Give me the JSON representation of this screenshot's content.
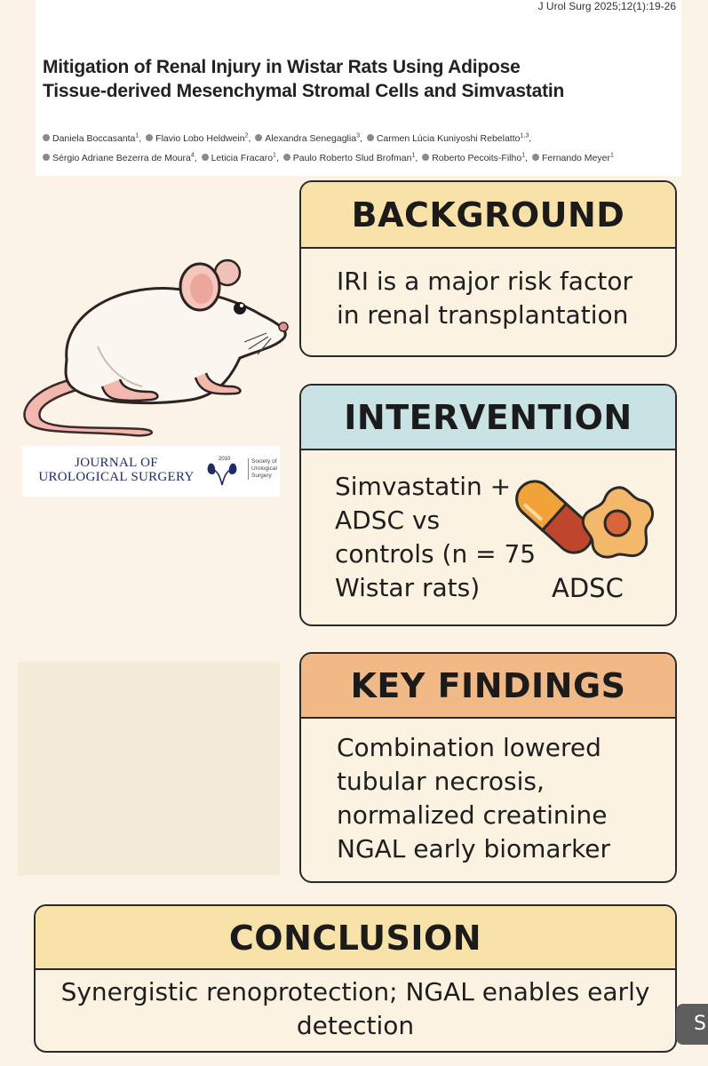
{
  "header": {
    "citation": "J Urol Surg 2025;12(1):19-26",
    "title": "Mitigation of Renal Injury in Wistar Rats Using Adipose\nTissue-derived Mesenchymal Stromal Cells and Simvastatin",
    "authors": [
      {
        "name": "Daniela Boccasanta",
        "sup": "1"
      },
      {
        "name": "Flavio Lobo Heldwein",
        "sup": "2"
      },
      {
        "name": "Alexandra Senegaglia",
        "sup": "3"
      },
      {
        "name": "Carmen Lúcia Kuniyoshi Rebelatto",
        "sup": "1,3"
      },
      {
        "name": "Sérgio Adriane Bezerra de Moura",
        "sup": "4"
      },
      {
        "name": "Leticia Fracaro",
        "sup": "1"
      },
      {
        "name": "Paulo Roberto Slud Brofman",
        "sup": "1"
      },
      {
        "name": "Roberto Pecoits-Filho",
        "sup": "1"
      },
      {
        "name": "Fernando Meyer",
        "sup": "1"
      }
    ]
  },
  "logo": {
    "journal_name": "JOURNAL OF\nUROLOGICAL SURGERY",
    "emblem_year": "2010",
    "society_text": "Society of Urological Surgery"
  },
  "background": {
    "heading": "BACKGROUND",
    "text": "IRI is a major risk factor in renal transplantation"
  },
  "intervention": {
    "heading": "INTERVENTION",
    "text": "Simvastatin + ADSC vs controls (n = 75 Wistar rats)",
    "icon_label": "ADSC"
  },
  "key_findings": {
    "heading": "KEY FINDINGS",
    "text": "Combination lowered tubular necrosis, normalized creatinine NGAL early biomarker"
  },
  "conclusion": {
    "heading": "CONCLUSION",
    "text": "Synergistic renoprotection; NGAL enables early detection"
  },
  "corner_button": {
    "label": "S"
  },
  "colors": {
    "page_bg": "#fbf3e6",
    "background_head": "#f9e2a8",
    "intervention_head": "#c9e2e3",
    "key_findings_head": "#f1b986",
    "conclusion_head": "#f9e2a8",
    "journal_blue": "#1f2b6b"
  }
}
